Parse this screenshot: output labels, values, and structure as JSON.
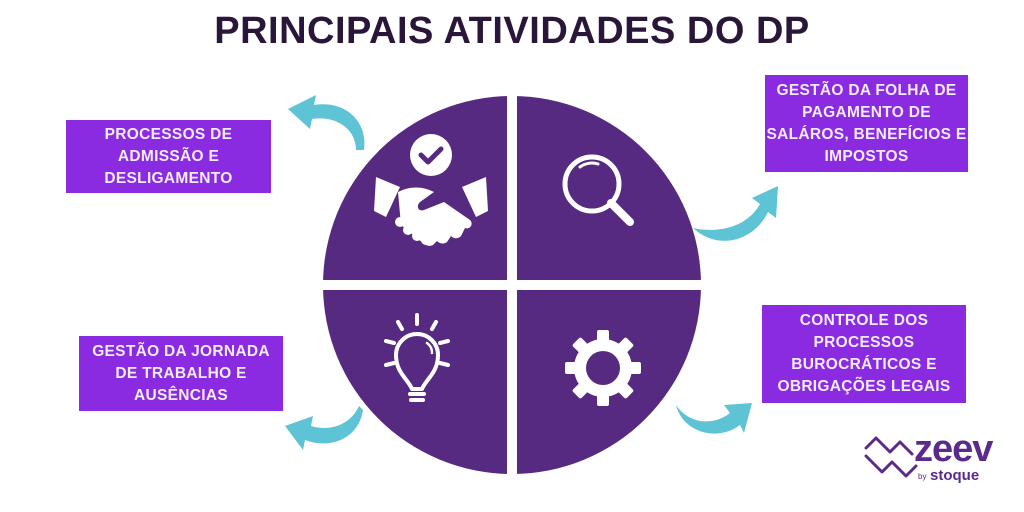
{
  "title": "PRINCIPAIS ATIVIDADES DO DP",
  "colors": {
    "title": "#2a1638",
    "circle": "#562a80",
    "box": "#8a2be2",
    "box_text": "#f4ecff",
    "arrow": "#5fc3d6",
    "logo": "#5b2a8c"
  },
  "activities": [
    {
      "position": "top-left",
      "icon": "handshake-check-icon",
      "lines": [
        "PROCESSOS DE",
        "ADMISSÃO E",
        "DESLIGAMENTO"
      ]
    },
    {
      "position": "top-right",
      "icon": "magnifier-icon",
      "lines": [
        "GESTÃO DA FOLHA DE",
        "PAGAMENTO DE",
        "SALÁROS, BENEFÍCIOS E",
        "IMPOSTOS"
      ]
    },
    {
      "position": "bottom-left",
      "icon": "lightbulb-icon",
      "lines": [
        "GESTÃO DA JORNADA",
        "DE TRABALHO E",
        "AUSÊNCIAS"
      ]
    },
    {
      "position": "bottom-right",
      "icon": "gear-icon",
      "lines": [
        "CONTROLE DOS",
        "PROCESSOS",
        "BUROCRÁTICOS E",
        "OBRIGAÇÕES LEGAIS"
      ]
    }
  ],
  "logo": {
    "name": "zeev",
    "by": "by",
    "company": "stoque"
  }
}
